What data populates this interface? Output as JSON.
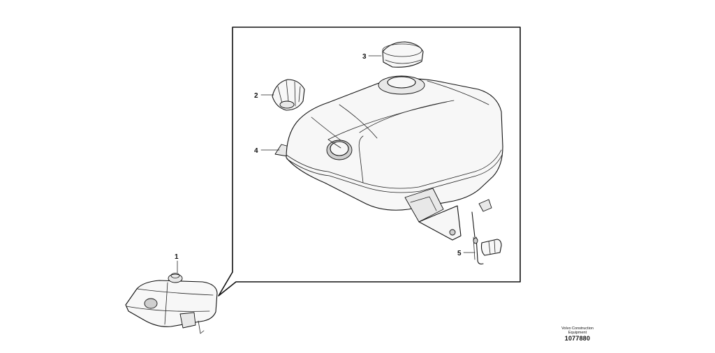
{
  "callouts": {
    "c1": "1",
    "c2": "2",
    "c3": "3",
    "c4": "4",
    "c5": "5"
  },
  "brand": {
    "line1": "Volvo Construction",
    "line2": "Equipment",
    "drawing_number": "1077880"
  }
}
